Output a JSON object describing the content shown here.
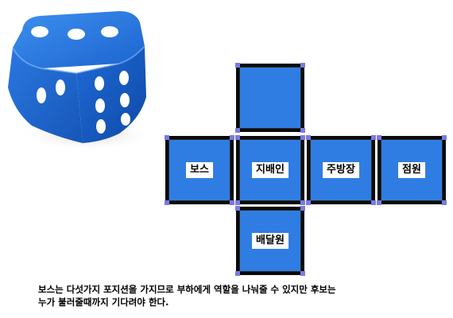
{
  "colors": {
    "face": "#2f7de3",
    "border": "#0a0a0a",
    "corner": "#7b7be0",
    "dice": "#1d6fd8",
    "pip": "#ffffff"
  },
  "dice": {
    "icon": "dice-icon"
  },
  "net": {
    "faces": {
      "top": "",
      "left": "보스",
      "center": "지배인",
      "right": "주방장",
      "far_right": "점원",
      "bottom": "배달원"
    }
  },
  "caption": {
    "line1": "보스는 다섯가지 포지션을 가지므로 부하에게 역할을 나눠줄 수 있지만 후보는",
    "line2": "누가 불러줄때까지 기다려야 한다."
  }
}
